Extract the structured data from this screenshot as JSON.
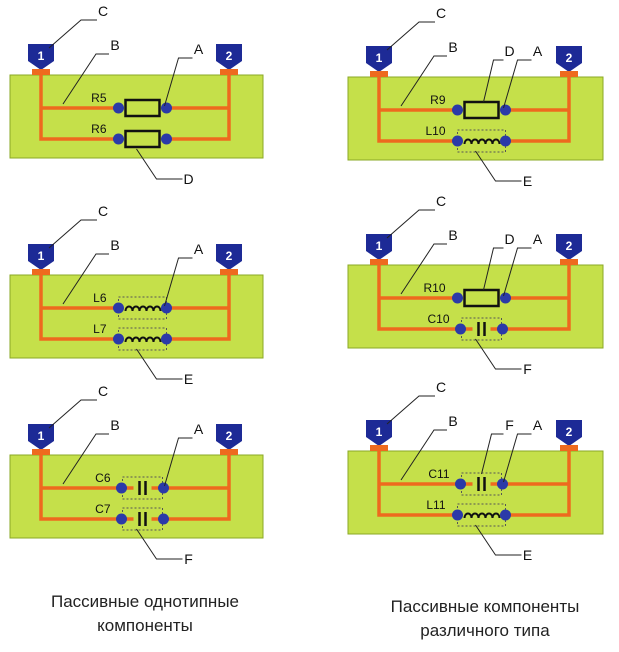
{
  "colors": {
    "board": "#c5e04a",
    "board_edge": "#8aa825",
    "trace": "#ee6a1e",
    "pad": "#2b3aa8",
    "terminal": "#1d2a96",
    "callout": "#222222"
  },
  "callouts": {
    "A": "A",
    "B": "B",
    "C": "C",
    "D": "D",
    "E": "E",
    "F": "F"
  },
  "terminals": {
    "t1": "1",
    "t2": "2"
  },
  "left_boards": [
    {
      "top_label": "R5",
      "top_kind": "resistor",
      "bottom_label": "R6",
      "bottom_kind": "resistor"
    },
    {
      "top_label": "L6",
      "top_kind": "inductor",
      "bottom_label": "L7",
      "bottom_kind": "inductor"
    },
    {
      "top_label": "C6",
      "top_kind": "capacitor",
      "bottom_label": "C7",
      "bottom_kind": "capacitor"
    }
  ],
  "right_boards": [
    {
      "top_label": "R9",
      "top_kind": "resistor",
      "bottom_label": "L10",
      "bottom_kind": "inductor"
    },
    {
      "top_label": "R10",
      "top_kind": "resistor",
      "bottom_label": "C10",
      "bottom_kind": "capacitor"
    },
    {
      "top_label": "C11",
      "top_kind": "capacitor",
      "bottom_label": "L11",
      "bottom_kind": "inductor"
    }
  ],
  "captions": {
    "left_line1": "Пассивные однотипные",
    "left_line2": "компоненты",
    "right_line1": "Пассивные компоненты",
    "right_line2": "различного типа"
  }
}
